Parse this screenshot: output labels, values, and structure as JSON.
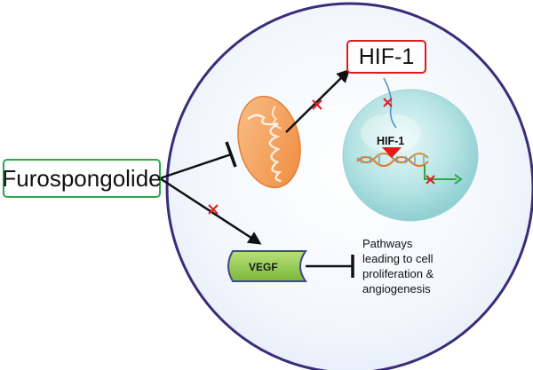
{
  "drug": {
    "label": "Furospongolide"
  },
  "hif_box": {
    "label": "HIF-1"
  },
  "nucleus": {
    "hif_label": "HIF-1"
  },
  "vegf": {
    "label": "VEGF"
  },
  "pathways": {
    "lines": [
      "Pathways",
      "leading to cell",
      "proliferation  &",
      "angiogenesis"
    ]
  },
  "colors": {
    "cell_border": "#3a2c7a",
    "cell_fill": "#eaf2fb",
    "drug_border": "#2aa84a",
    "hif_border": "#e11b1b",
    "vegf_fill": "#8dc63f",
    "vegf_stroke": "#3c4a8a",
    "mitochondrion": "#f4a060",
    "nucleus": "#a9dede",
    "inhibit_mark": "#e11b1b"
  },
  "icons": [
    "mitochondrion-icon",
    "nucleus-icon",
    "dna-helix-icon",
    "transcription-arrow-icon"
  ]
}
